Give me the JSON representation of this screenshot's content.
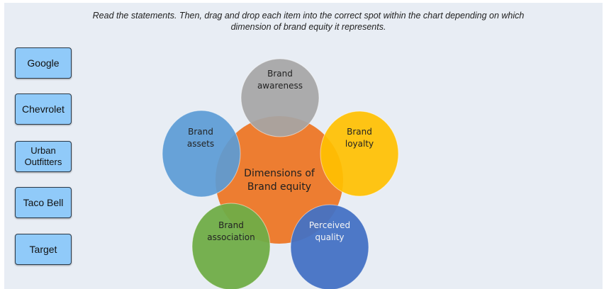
{
  "instructions": {
    "line1": "Read the statements. Then, drag and drop each item into the correct spot within the chart depending on which",
    "line2": "dimension of brand equity it represents."
  },
  "drag_items": [
    {
      "label": "Google"
    },
    {
      "label": "Chevrolet"
    },
    {
      "label_line1": "Urban",
      "label_line2": "Outfitters"
    },
    {
      "label": "Taco Bell"
    },
    {
      "label": "Target"
    }
  ],
  "diagram": {
    "center": {
      "line1": "Dimensions of",
      "line2": "Brand equity",
      "color": "#ed7d31"
    },
    "nodes": [
      {
        "line1": "Brand",
        "line2": "awareness",
        "color": "#a5a5a5"
      },
      {
        "line1": "Brand",
        "line2": "loyalty",
        "color": "#ffc000"
      },
      {
        "line1": "Perceived",
        "line2": "quality",
        "color": "#4472c4"
      },
      {
        "line1": "Brand",
        "line2": "association",
        "color": "#70ad47"
      },
      {
        "line1": "Brand",
        "line2": "assets",
        "color": "#5b9bd5"
      }
    ]
  }
}
